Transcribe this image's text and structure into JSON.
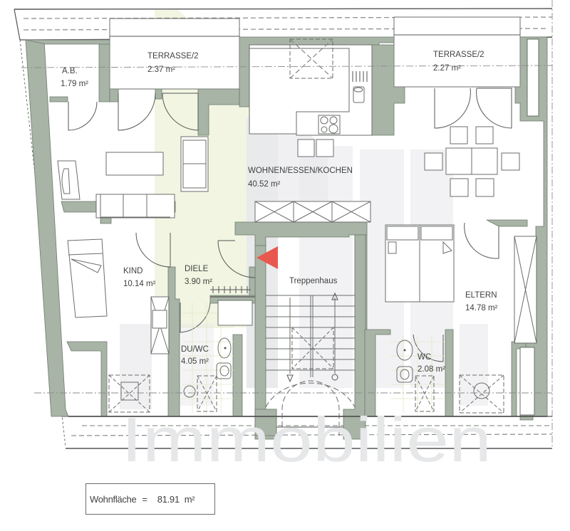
{
  "plan": {
    "rooms": [
      {
        "id": "ab",
        "name": "A.B.",
        "area": "1.79 m²"
      },
      {
        "id": "terrasse-left",
        "name": "TERRASSE/2",
        "area": "2.37 m²"
      },
      {
        "id": "terrasse-right",
        "name": "TERRASSE/2",
        "area": "2.27 m²"
      },
      {
        "id": "wohnen",
        "name": "WOHNEN/ESSEN/KOCHEN",
        "area": "40.52 m²"
      },
      {
        "id": "kind",
        "name": "KIND",
        "area": "10.14 m²"
      },
      {
        "id": "diele",
        "name": "DIELE",
        "area": "3.90 m²"
      },
      {
        "id": "treppenhaus",
        "name": "Treppenhaus",
        "area": ""
      },
      {
        "id": "eltern",
        "name": "ELTERN",
        "area": "14.78 m²"
      },
      {
        "id": "du-wc",
        "name": "DU/WC",
        "area": "4.05 m²"
      },
      {
        "id": "wc",
        "name": "WC",
        "area": "2.08 m²"
      }
    ],
    "entrance_marker": {
      "icon": "entrance-arrow-icon",
      "color": "#e8584e"
    },
    "colors": {
      "walls": "#a8b4a6",
      "hallway_highlight": "#f1f5e2",
      "watermark": "#e9eaec"
    }
  },
  "summary": {
    "label": "Wohnfläche",
    "equals": "=",
    "value": "81.91",
    "unit": "m²"
  },
  "watermark": {
    "line1": "Immobilien"
  }
}
